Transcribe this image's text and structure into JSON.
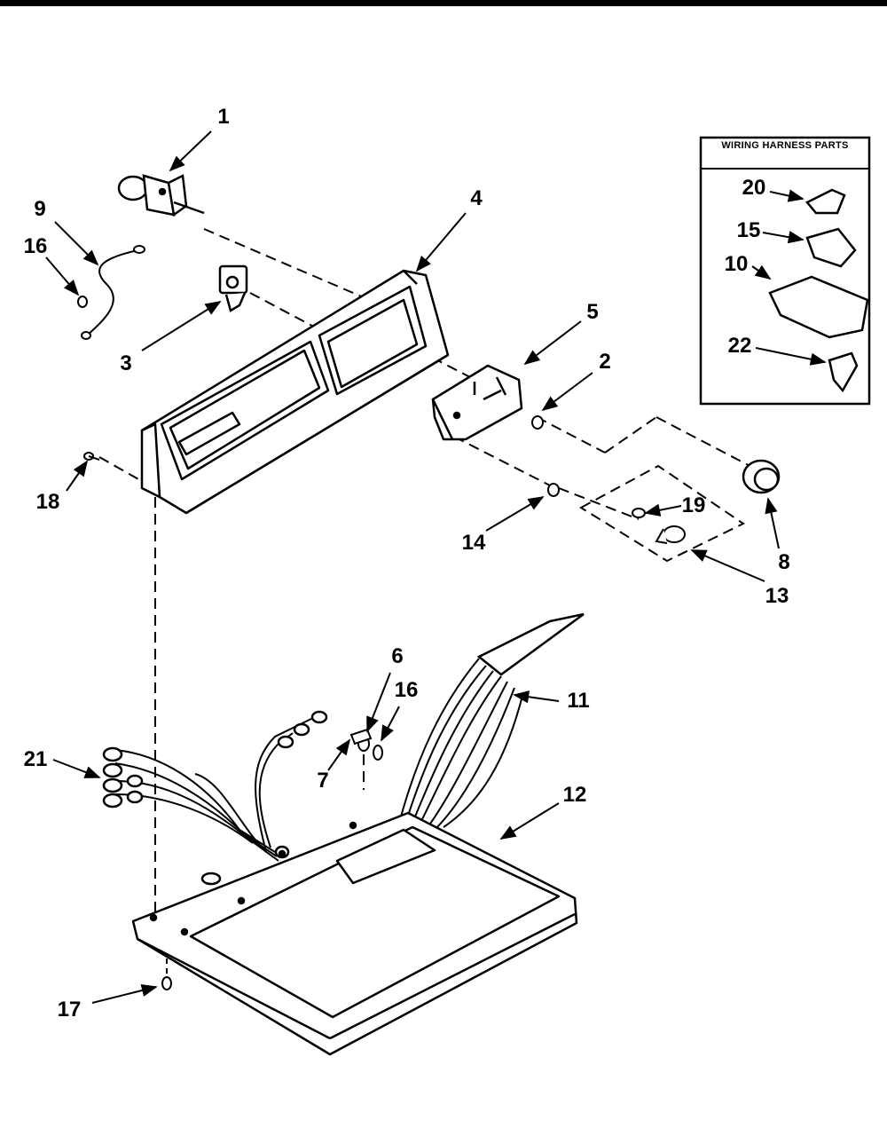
{
  "wiring_box": {
    "title": "WIRING HARNESS PARTS"
  },
  "callouts": {
    "c1": "1",
    "c2": "2",
    "c3": "3",
    "c4": "4",
    "c5": "5",
    "c6": "6",
    "c7": "7",
    "c8": "8",
    "c9": "9",
    "c10": "10",
    "c11": "11",
    "c12": "12",
    "c13": "13",
    "c14": "14",
    "c15": "15",
    "c16a": "16",
    "c16b": "16",
    "c17": "17",
    "c18": "18",
    "c19": "19",
    "c20": "20",
    "c21": "21",
    "c22": "22"
  }
}
